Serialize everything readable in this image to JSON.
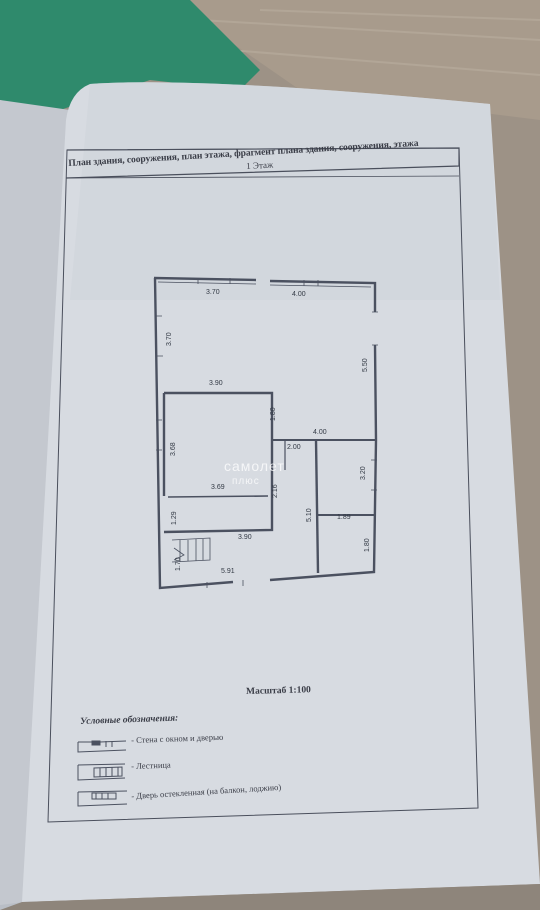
{
  "document": {
    "header": "План здания, сооружения, план этажа, фрагмент плана здания, сооружения, этажа",
    "floor_label": "1 Этаж",
    "scale": "Масштаб 1:100",
    "legend_title": "Условные обозначения:",
    "legend": [
      {
        "icon": "wall-with-window-and-door-icon",
        "label": "- Стена с окном и дверью"
      },
      {
        "icon": "staircase-icon",
        "label": "- Лестница"
      },
      {
        "icon": "glazed-door-icon",
        "label": "- Дверь остекленная (на балкон, лоджию)"
      }
    ],
    "watermark": [
      "самолет",
      "плюс"
    ]
  },
  "plan_dimensions": {
    "top_left": "3.70",
    "top_right": "4.00",
    "left_upper": "3.70",
    "right_upper": "5.50",
    "mid_wall": "3.90",
    "corridor_vert": "1.80",
    "corridor": "4.00",
    "corridor_small": "2.00",
    "left_room_height": "3.68",
    "left_room_width": "3.69",
    "hall_vert": "2.16",
    "right_room_height": "3.20",
    "right_room_width": "1.89",
    "center_vert": "5.10",
    "small_room_height": "1.80",
    "lower_left_height": "1.29",
    "stair_width": "3.90",
    "stair_height": "1.70",
    "bottom_width": "5.91"
  }
}
